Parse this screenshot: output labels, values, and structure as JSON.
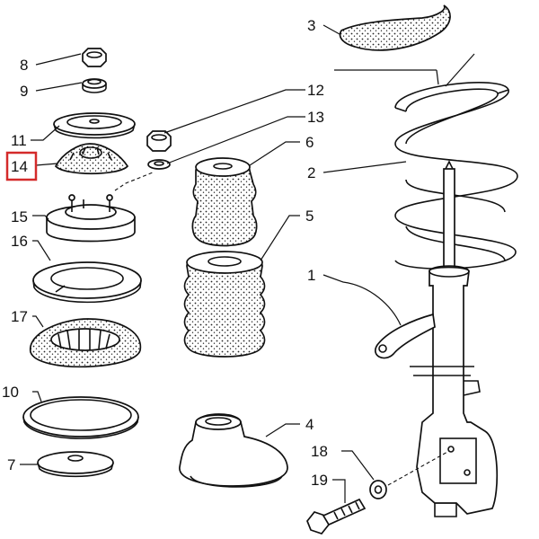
{
  "highlight": {
    "label_index": 4,
    "color": "#d42a2a"
  },
  "callouts": [
    {
      "id": "8",
      "text": "8"
    },
    {
      "id": "9",
      "text": "9"
    },
    {
      "id": "11",
      "text": "11"
    },
    {
      "id": "14",
      "text": "14"
    },
    {
      "id": "15",
      "text": "15"
    },
    {
      "id": "16",
      "text": "16"
    },
    {
      "id": "17",
      "text": "17"
    },
    {
      "id": "10",
      "text": "10"
    },
    {
      "id": "7",
      "text": "7"
    },
    {
      "id": "12",
      "text": "12"
    },
    {
      "id": "13",
      "text": "13"
    },
    {
      "id": "6",
      "text": "6"
    },
    {
      "id": "5",
      "text": "5"
    },
    {
      "id": "4",
      "text": "4"
    },
    {
      "id": "3",
      "text": "3"
    },
    {
      "id": "2",
      "text": "2"
    },
    {
      "id": "1",
      "text": "1"
    },
    {
      "id": "18",
      "text": "18"
    },
    {
      "id": "19",
      "text": "19"
    }
  ]
}
